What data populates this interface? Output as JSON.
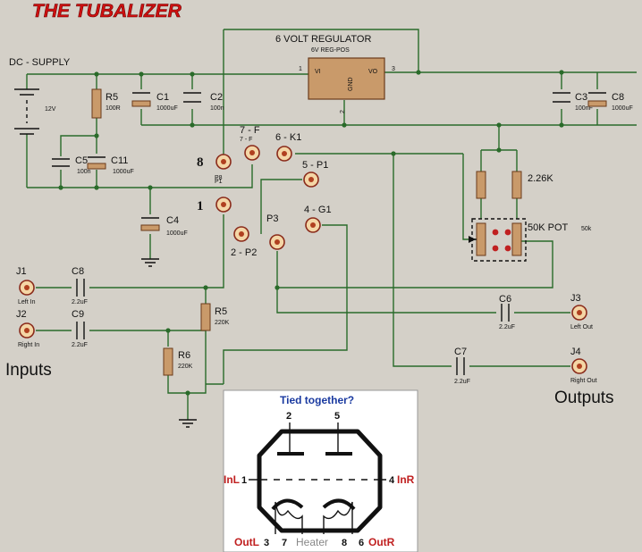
{
  "title": "THE TUBALIZER",
  "supply": {
    "label": "DC - SUPPLY",
    "voltage": "12V"
  },
  "regulator": {
    "label": "6 VOLT REGULATOR",
    "part": "6V REG-POS",
    "pin_vi": "VI",
    "pin_vo": "VO",
    "pin_gnd": "GND",
    "pin1": "1",
    "pin2": "2",
    "pin3": "3"
  },
  "components": {
    "r5_top": {
      "name": "R5",
      "value": "100R"
    },
    "c1": {
      "name": "C1",
      "value": "1000uF"
    },
    "c2": {
      "name": "C2",
      "value": "100n"
    },
    "c3": {
      "name": "C3",
      "value": "100nF"
    },
    "c8_top": {
      "name": "C8",
      "value": "1000uF"
    },
    "c5": {
      "name": "C5",
      "value": "100n"
    },
    "c11": {
      "name": "C11",
      "value": "1000uF"
    },
    "c4": {
      "name": "C4",
      "value": "1000uF"
    },
    "r_226k": {
      "name": "2.26K"
    },
    "pot": {
      "name": "50K POT",
      "value": "50k"
    },
    "c8_in": {
      "name": "C8",
      "value": "2.2uF"
    },
    "c9": {
      "name": "C9",
      "value": "2.2uF"
    },
    "r5_in": {
      "name": "R5",
      "value": "220K"
    },
    "r6": {
      "name": "R6",
      "value": "220K"
    },
    "c6": {
      "name": "C6",
      "value": "2.2uF"
    },
    "c7": {
      "name": "C7",
      "value": "2.2uF"
    }
  },
  "tube_pins": {
    "p8": "8",
    "p8_sub": "P8",
    "p7": "7 - F",
    "p7_sub": "7 - F",
    "p6": "6 - K1",
    "p5": "5 - P1",
    "p1": "1",
    "p1_sub": "P1",
    "p2": "2 - P2",
    "p3": "P3",
    "p4": "4 - G1"
  },
  "jacks": {
    "j1": {
      "name": "J1",
      "label": "Left In"
    },
    "j2": {
      "name": "J2",
      "label": "Right In"
    },
    "j3": {
      "name": "J3",
      "label": "Left Out"
    },
    "j4": {
      "name": "J4",
      "label": "Right Out"
    }
  },
  "section_labels": {
    "inputs": "Inputs",
    "outputs": "Outputs"
  },
  "inset": {
    "heading": "Tied together?",
    "pin2": "2",
    "pin5": "5",
    "pin1": "1",
    "pin4": "4",
    "in_l": "InL",
    "in_r": "InR",
    "out_l": "OutL",
    "pin3": "3",
    "pin7": "7",
    "heater": "Heater",
    "pin8": "8",
    "pin6": "6",
    "out_r": "OutR"
  }
}
